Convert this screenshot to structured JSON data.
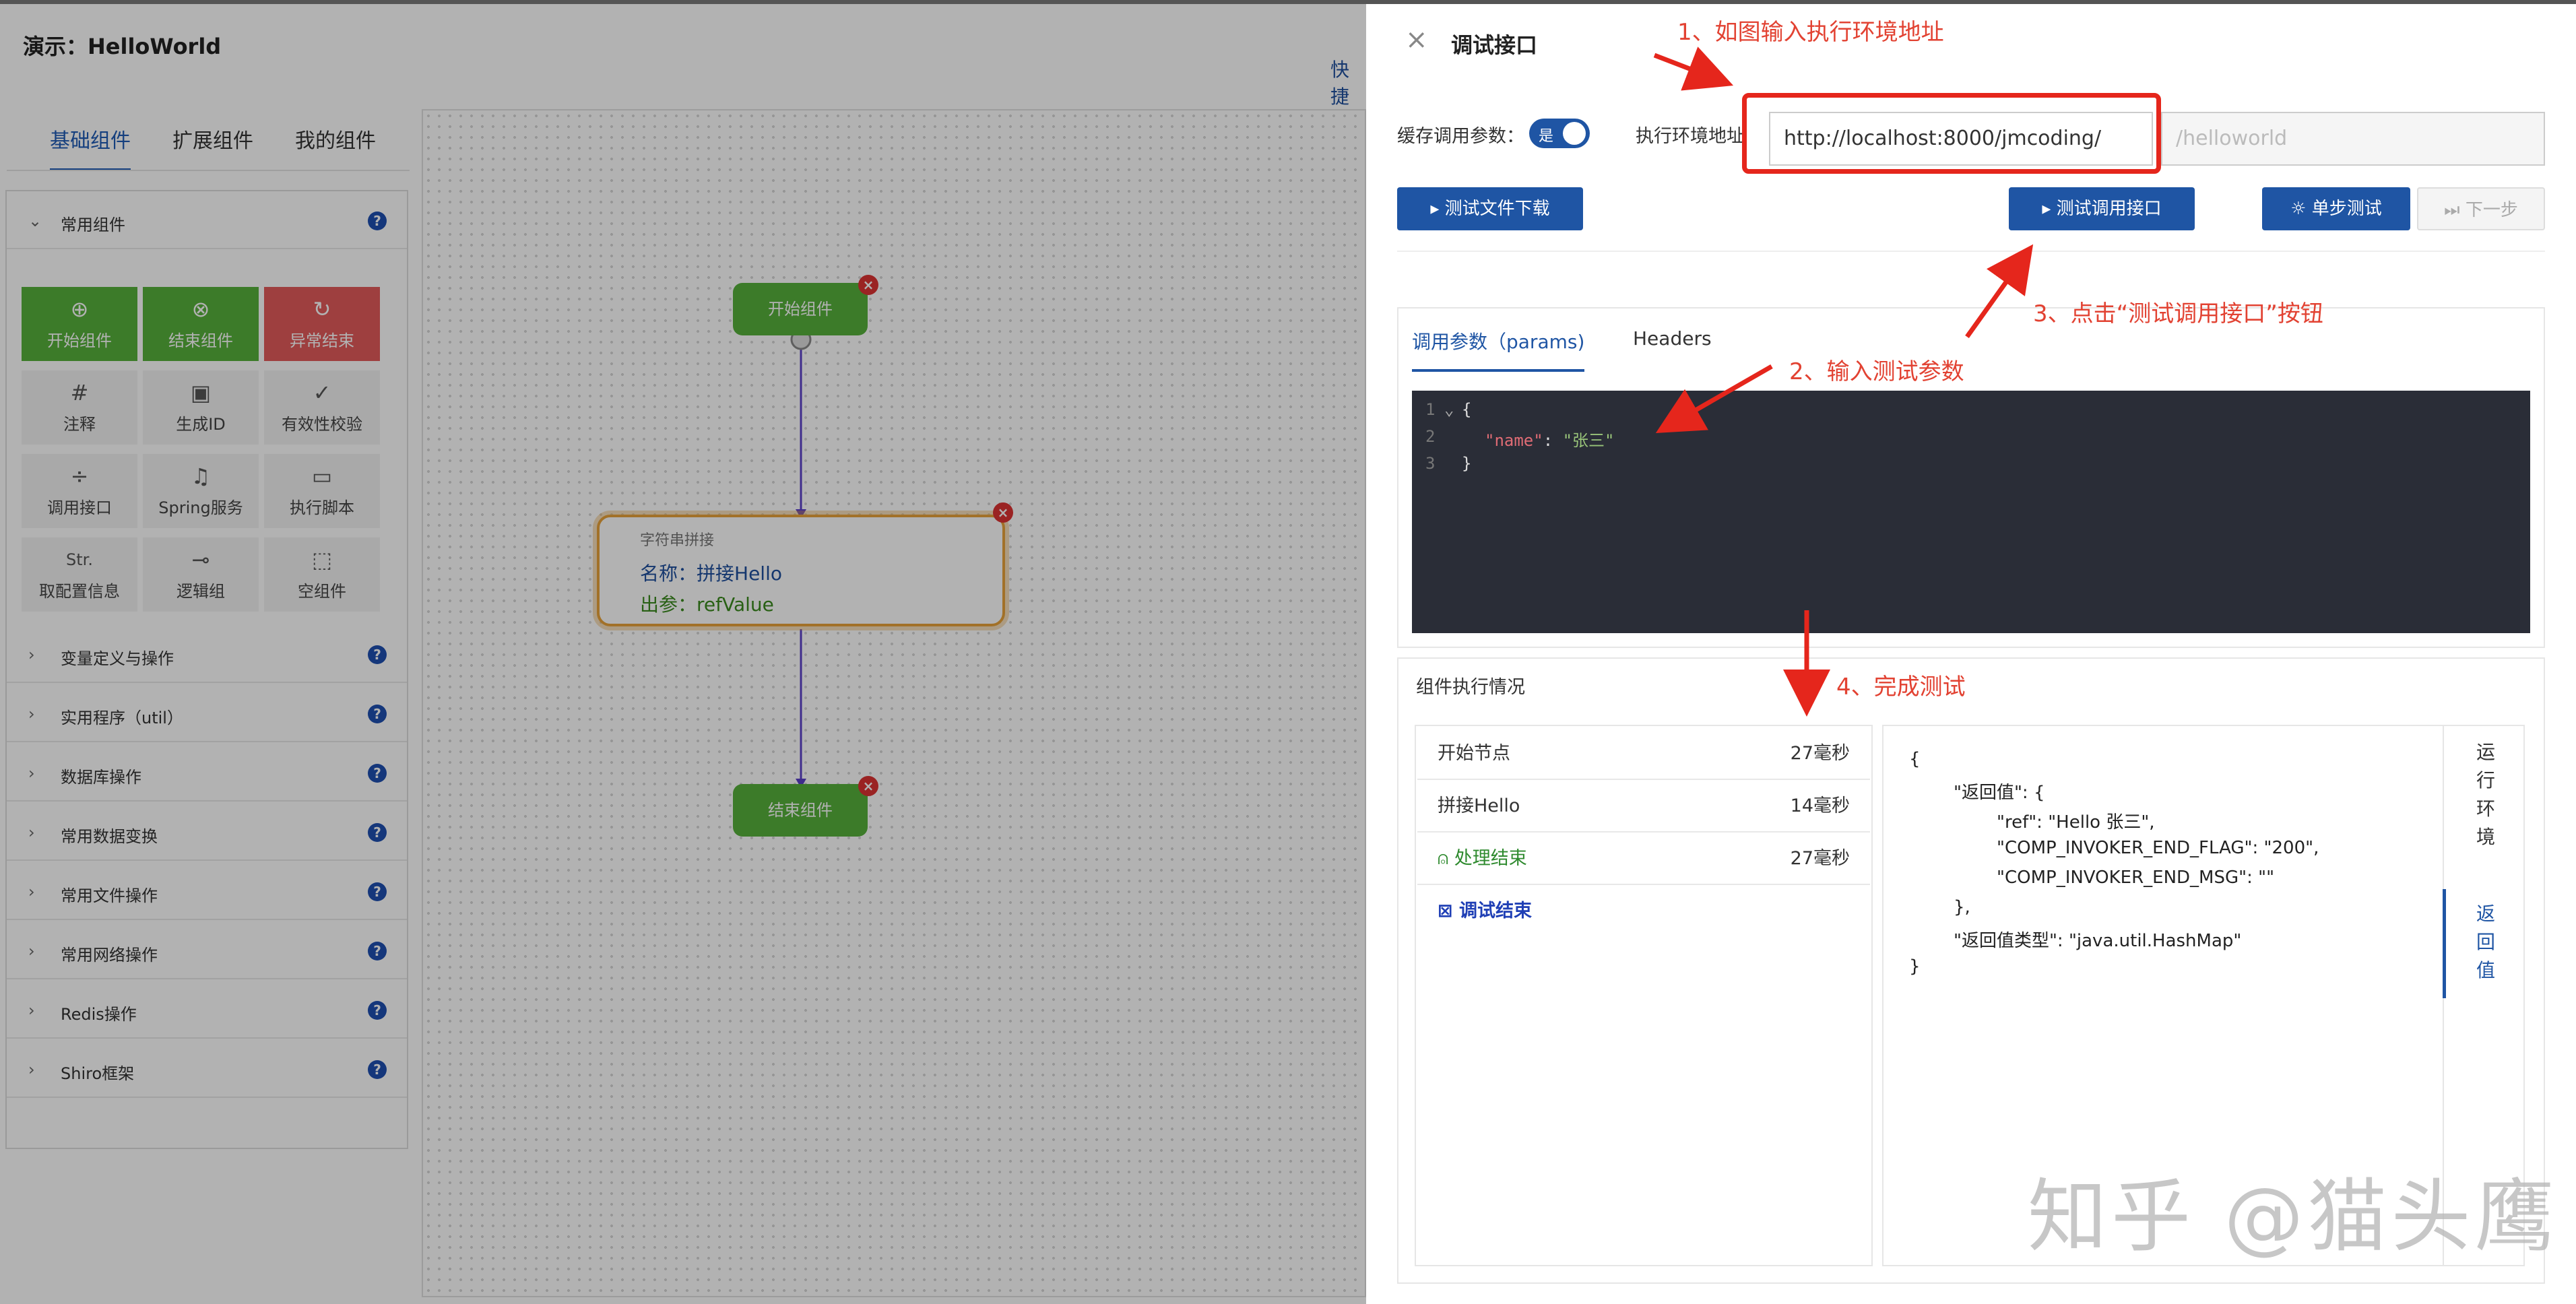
{
  "editor": {
    "title": "演示：HelloWorld",
    "quick": "快捷",
    "tabs": [
      "基础组件",
      "扩展组件",
      "我的组件"
    ],
    "category_open": "常用组件",
    "components": [
      {
        "label": "开始组件",
        "icon": "⊕",
        "icon_name": "plus-circle-icon"
      },
      {
        "label": "结束组件",
        "icon": "⊗",
        "icon_name": "x-circle-icon"
      },
      {
        "label": "异常结束",
        "icon": "↻",
        "icon_name": "refresh-icon"
      },
      {
        "label": "注释",
        "icon": "#",
        "icon_name": "hash-icon"
      },
      {
        "label": "生成ID",
        "icon": "▣",
        "icon_name": "id-card-icon"
      },
      {
        "label": "有效性校验",
        "icon": "✓",
        "icon_name": "check-circle-icon"
      },
      {
        "label": "调用接口",
        "icon": "÷",
        "icon_name": "divide-icon"
      },
      {
        "label": "Spring服务",
        "icon": "♫",
        "icon_name": "headset-icon"
      },
      {
        "label": "执行脚本",
        "icon": "▭",
        "icon_name": "terminal-icon"
      },
      {
        "label": "取配置信息",
        "icon": "Str.",
        "icon_name": "string-icon"
      },
      {
        "label": "逻辑组",
        "icon": "⊸",
        "icon_name": "logic-group-icon"
      },
      {
        "label": "空组件",
        "icon": "⬚",
        "icon_name": "empty-box-icon"
      }
    ],
    "categories": [
      "变量定义与操作",
      "实用程序（util）",
      "数据库操作",
      "常用数据变换",
      "常用文件操作",
      "常用网络操作",
      "Redis操作",
      "Shiro框架"
    ],
    "flow": {
      "start_node": "开始组件",
      "end_node": "结束组件",
      "string_node_title": "字符串拼接",
      "string_node_name_label": "名称：",
      "string_node_name": "拼接Hello",
      "string_node_out_label": "出参：",
      "string_node_out": "refValue"
    }
  },
  "drawer": {
    "title": "调试接口",
    "cache_label": "缓存调用参数：",
    "cache_toggle": "是",
    "env_label": "执行环境地址",
    "env_value": "http://localhost:8000/jmcoding/",
    "path_value": "/helloworld",
    "btn_download": "测试文件下载",
    "btn_test": "测试调用接口",
    "btn_step": "单步测试",
    "btn_next": "下一步",
    "tab_params": "调用参数（params)",
    "tab_headers": "Headers",
    "code": {
      "lines": [
        "1",
        "2",
        "3"
      ],
      "open": "{",
      "key": "\"name\"",
      "colon": ": ",
      "value": "\"张三\"",
      "close": "}"
    },
    "exec_title": "组件执行情况",
    "exec_rows": [
      {
        "name": "开始节点",
        "time": "27毫秒"
      },
      {
        "name": "拼接Hello",
        "time": "14毫秒"
      },
      {
        "name": "处理结束",
        "time": "27毫秒"
      },
      {
        "name": "调试结束",
        "time": ""
      }
    ],
    "result": {
      "l1": "{",
      "l2": "\"返回值\": {",
      "l3": "\"ref\": \"Hello 张三\",",
      "l4": "\"COMP_INVOKER_END_FLAG\": \"200\",",
      "l5": "\"COMP_INVOKER_END_MSG\": \"\"",
      "l6": "},",
      "l7": "\"返回值类型\": \"java.util.HashMap\"",
      "l8": "}"
    },
    "side_tabs": [
      "运行环境",
      "返回值"
    ]
  },
  "annotations": {
    "a1": "1、如图输入执行环境地址",
    "a2": "2、输入测试参数",
    "a3": "3、点击“测试调用接口”按钮",
    "a4": "4、完成测试"
  },
  "watermark": "知乎 @猫头鹰",
  "colors": {
    "accent": "#1f55a4",
    "green": "#57b03c",
    "annotation": "#e24232",
    "highlight": "#e8a33a"
  }
}
